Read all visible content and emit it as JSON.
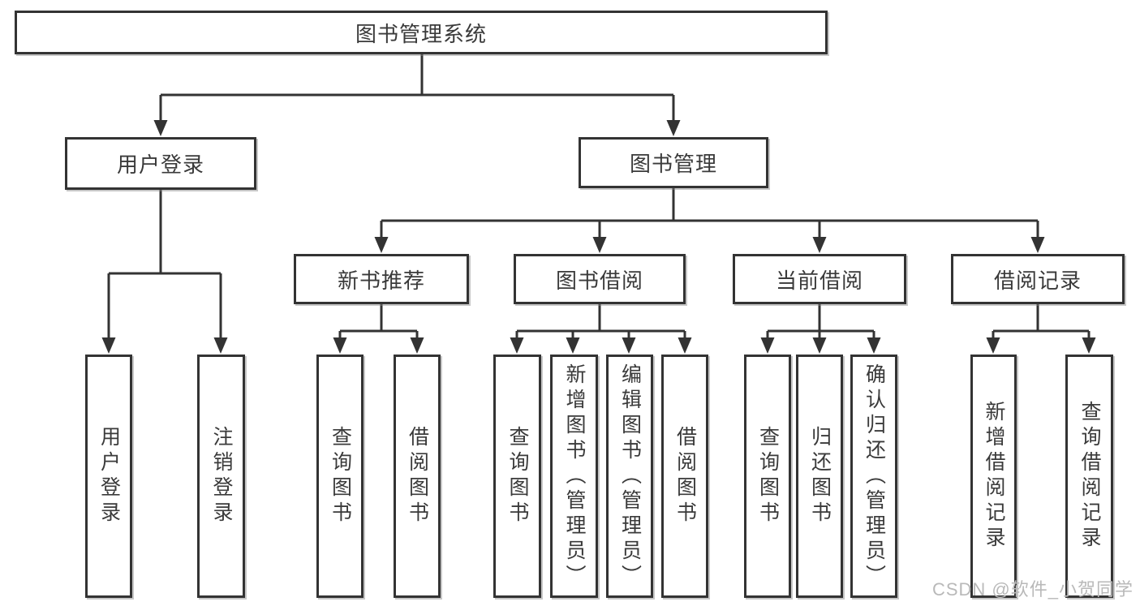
{
  "diagram": {
    "root": {
      "label": "图书管理系统"
    },
    "level2": {
      "user_login": "用户登录",
      "book_management": "图书管理"
    },
    "level3": {
      "new_book_recommend": "新书推荐",
      "book_borrowing": "图书借阅",
      "current_borrowing": "当前借阅",
      "borrowing_records": "借阅记录"
    },
    "leaves": [
      {
        "label": "用户登录"
      },
      {
        "label": "注销登录"
      },
      {
        "label": "查询图书"
      },
      {
        "label": "借阅图书"
      },
      {
        "label": "查询图书"
      },
      {
        "label": "新增图书（管理员）"
      },
      {
        "label": "编辑图书（管理员）"
      },
      {
        "label": "借阅图书"
      },
      {
        "label": "查询图书"
      },
      {
        "label": "归还图书"
      },
      {
        "label": "确认归还（管理员）"
      },
      {
        "label": "新增借阅记录"
      },
      {
        "label": "查询借阅记录"
      }
    ]
  },
  "watermark": "CSDN @软件_小贺同学",
  "colors": {
    "line": "#333333",
    "text": "#3a3a3a",
    "watermark": "#b9b9b9",
    "background": "#ffffff"
  }
}
